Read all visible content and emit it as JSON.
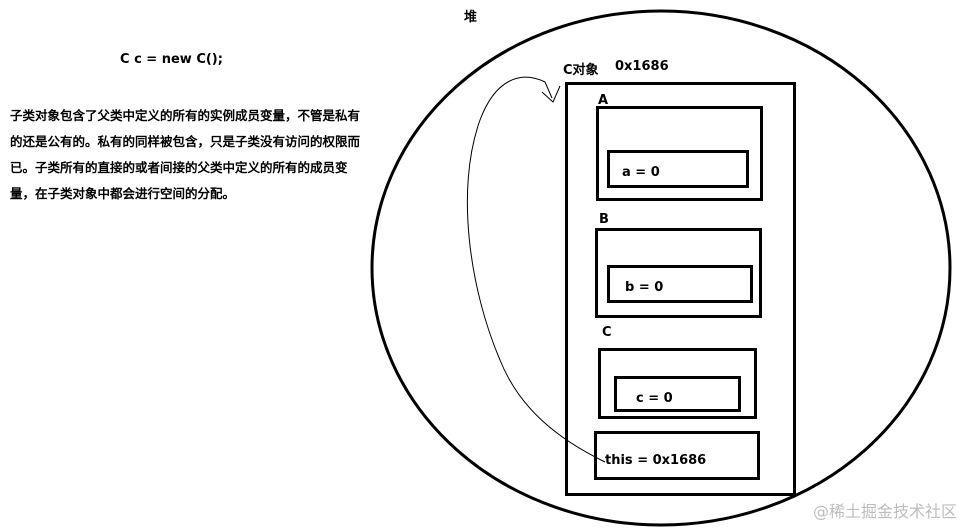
{
  "heap_label": "堆",
  "code": "C c = new C();",
  "description": "子类对象包含了父类中定义的所有的实例成员变量，不管是私有的还是公有的。私有的同样被包含，只是子类没有访问的权限而已。子类所有的直接的或者间接的父类中定义的所有的成员变量，在子类对象中都会进行空间的分配。",
  "object_label": "C对象",
  "object_address": "0x1686",
  "sections": [
    {
      "class_name": "A",
      "field": "a = 0"
    },
    {
      "class_name": "B",
      "field": "b = 0"
    },
    {
      "class_name": "C",
      "field": "c = 0"
    }
  ],
  "this_field": "this = 0x1686",
  "watermark": "@稀土掘金技术社区"
}
